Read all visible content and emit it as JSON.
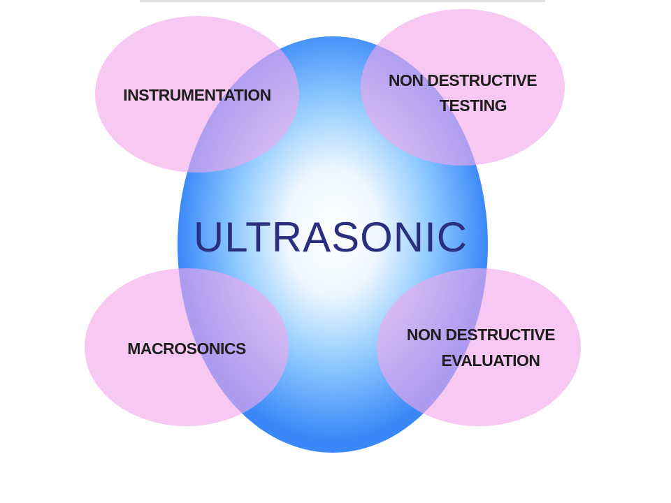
{
  "diagram": {
    "center": {
      "label": "ULTRASONIC"
    },
    "satellites": [
      {
        "id": "instrumentation",
        "lines": [
          "INSTRUMENTATION"
        ]
      },
      {
        "id": "ndt",
        "lines": [
          "NON DESTRUCTIVE",
          "TESTING"
        ]
      },
      {
        "id": "macrosonics",
        "lines": [
          "MACROSONICS"
        ]
      },
      {
        "id": "nde",
        "lines": [
          "NON DESTRUCTIVE",
          "EVALUATION"
        ]
      }
    ]
  },
  "colors": {
    "satellite_fill": "#f4b8ec",
    "sphere_edge": "#3e8fff",
    "sphere_mid": "#8ecbff",
    "sphere_center": "#ffffff",
    "center_text": "#2b2f80"
  }
}
